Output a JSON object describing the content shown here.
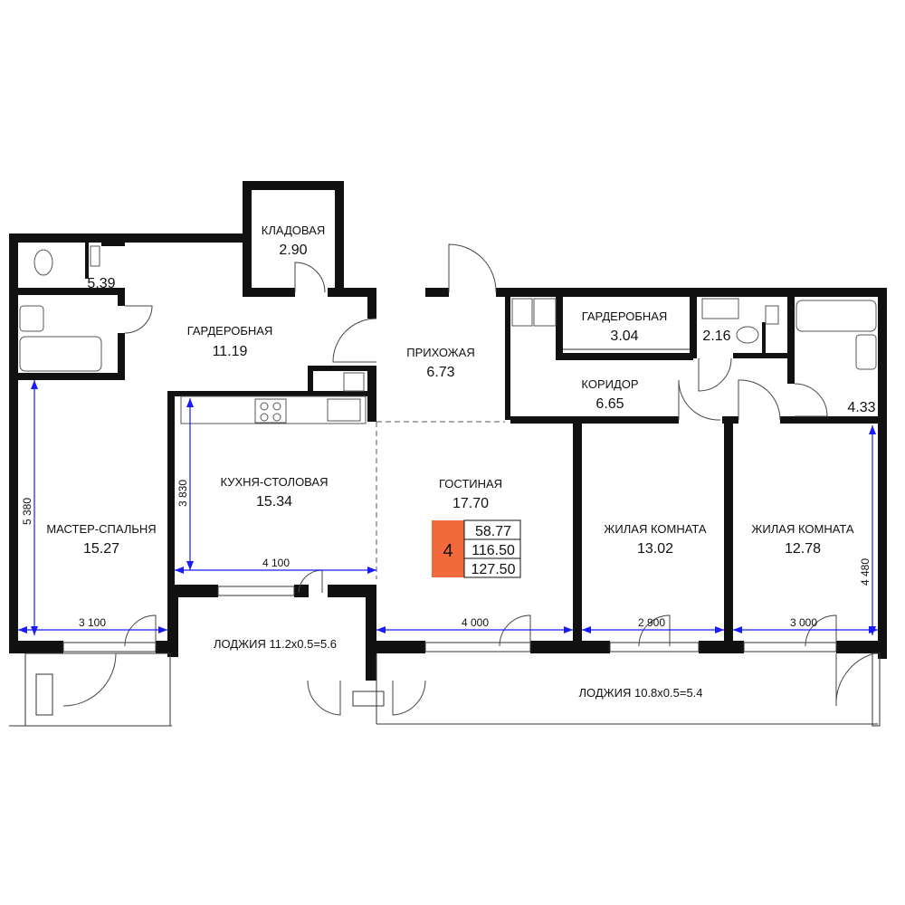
{
  "rooms": {
    "storage": {
      "name": "КЛАДОВАЯ",
      "area": "2.90"
    },
    "bath_left": {
      "area": "5.39"
    },
    "wardrobe_main": {
      "name": "ГАРДЕРОБНАЯ",
      "area": "11.19"
    },
    "hall": {
      "name": "ПРИХОЖАЯ",
      "area": "6.73"
    },
    "wardrobe_small": {
      "name": "ГАРДЕРОБНАЯ",
      "area": "3.04"
    },
    "wc": {
      "area": "2.16"
    },
    "corridor": {
      "name": "КОРИДОР",
      "area": "6.65"
    },
    "bath_right": {
      "area": "4.33"
    },
    "kitchen": {
      "name": "КУХНЯ-СТОЛОВАЯ",
      "area": "15.34"
    },
    "living": {
      "name": "ГОСТИНАЯ",
      "area": "17.70"
    },
    "master": {
      "name": "МАСТЕР-СПАЛЬНЯ",
      "area": "15.27"
    },
    "room1": {
      "name": "ЖИЛАЯ КОМНАТА",
      "area": "13.02"
    },
    "room2": {
      "name": "ЖИЛАЯ КОМНАТА",
      "area": "12.78"
    },
    "loggia1": {
      "name": "ЛОДЖИЯ 11.2x0.5=5.6"
    },
    "loggia2": {
      "name": "ЛОДЖИЯ 10.8x0.5=5.4"
    }
  },
  "summary": {
    "rooms_count": "4",
    "living_area": "58.77",
    "total_area": "116.50",
    "total_with_loggia": "127.50",
    "badge_color": "#f26a3c"
  },
  "dimensions": {
    "kitchen_width": "4 100",
    "kitchen_height": "3 830",
    "master_height": "5 380",
    "master_width": "3 100",
    "living_width": "4 000",
    "room1_width": "2 900",
    "room2_width": "3 000",
    "room2_height": "4 480"
  }
}
